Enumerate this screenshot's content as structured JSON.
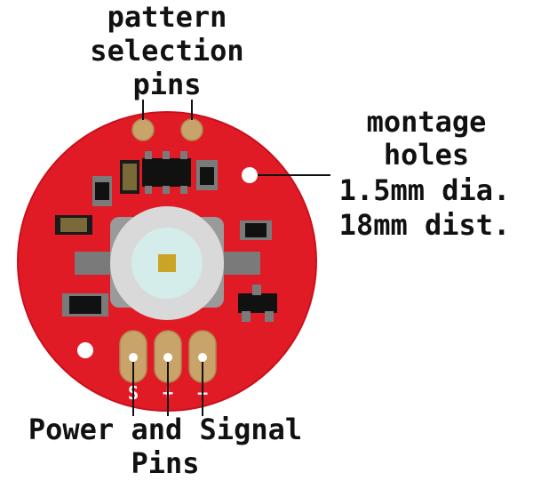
{
  "colors": {
    "board": "#e11b26",
    "board_edge": "#c8101c",
    "pad": "#c9a46a",
    "pad_edge": "#b08a50",
    "component_dark": "#1a1a1a",
    "component_grey": "#7a7a7a",
    "led_ring": "#d9d9d9",
    "led_lens": "#d4ecea",
    "led_die": "#c9a427",
    "leader_line": "#111111",
    "text": "#111111"
  },
  "labels": {
    "pattern": [
      "pattern",
      "selection",
      "pins"
    ],
    "montage": [
      "montage",
      "holes",
      "1.5mm dia.",
      "18mm dist."
    ],
    "power": [
      "Power and Signal",
      "Pins"
    ]
  },
  "silkscreen": {
    "pin_s": "S",
    "pin_plus": "+",
    "pin_minus": "−"
  },
  "icons": {
    "board": "round-pcb",
    "led": "rgb-led-icon",
    "hole": "mounting-hole-icon"
  }
}
